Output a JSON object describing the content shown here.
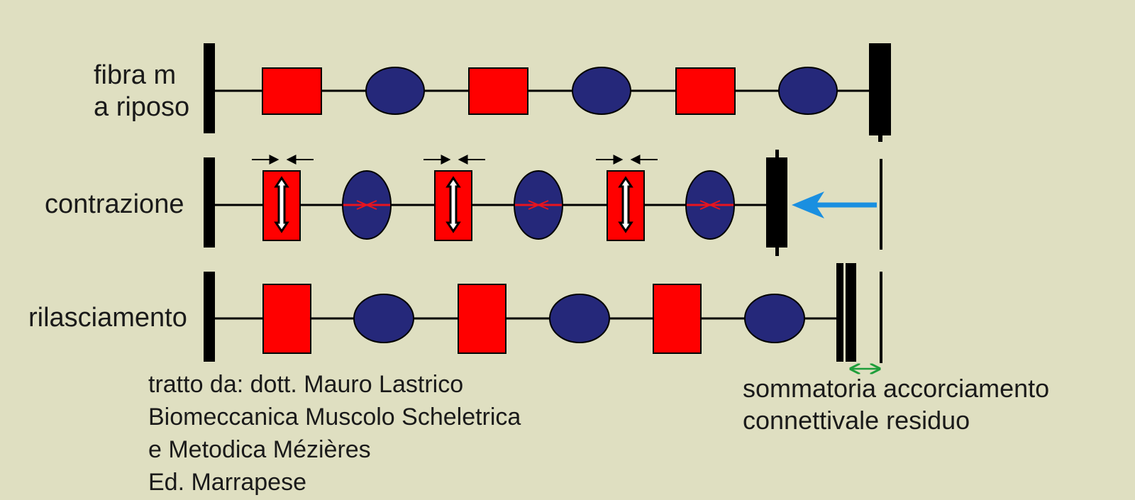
{
  "labels": {
    "row1_line1": "fibra m",
    "row1_line2": "a riposo",
    "row2": "contrazione",
    "row3": "rilasciamento"
  },
  "credit": {
    "line1": "tratto da: dott. Mauro Lastrico",
    "line2": "Biomeccanica Muscolo Scheletrica",
    "line3": "e Metodica Mézières",
    "line4": "Ed. Marrapese"
  },
  "note": {
    "line1": "sommatoria accorciamento",
    "line2": "connettivale residuo"
  },
  "colors": {
    "background": "#dfdfc1",
    "contractile": "#ff0000",
    "connective": "#25287a",
    "arrow": "#1a8fe0",
    "residual": "#1e9e3a",
    "ink": "#000000"
  }
}
